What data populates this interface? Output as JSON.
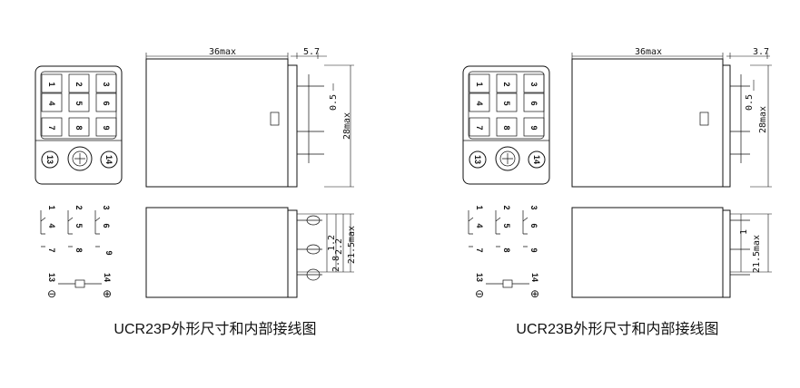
{
  "figures": [
    {
      "id": "p",
      "caption": "UCR23P外形尺寸和内部接线图",
      "dims": {
        "length": "36max",
        "offset": "5.7",
        "pin": "0.5",
        "height": "28max",
        "side_a": "1.2",
        "side_b": "2.2",
        "side_c": "2.8",
        "depth": "21.5max"
      }
    },
    {
      "id": "b",
      "caption": "UCR23B外形尺寸和内部接线图",
      "dims": {
        "length": "36max",
        "offset": "3.7",
        "pin": "0.5",
        "height": "28max",
        "side_a": "1",
        "depth": "21.5max"
      }
    }
  ],
  "pins": {
    "grid": [
      [
        "1",
        "2",
        "3"
      ],
      [
        "4",
        "5",
        "6"
      ],
      [
        "7",
        "8",
        "9"
      ]
    ],
    "coil_minus": "13",
    "coil_plus": "14",
    "minus_symbol": "⊖",
    "plus_symbol": "⊕"
  }
}
